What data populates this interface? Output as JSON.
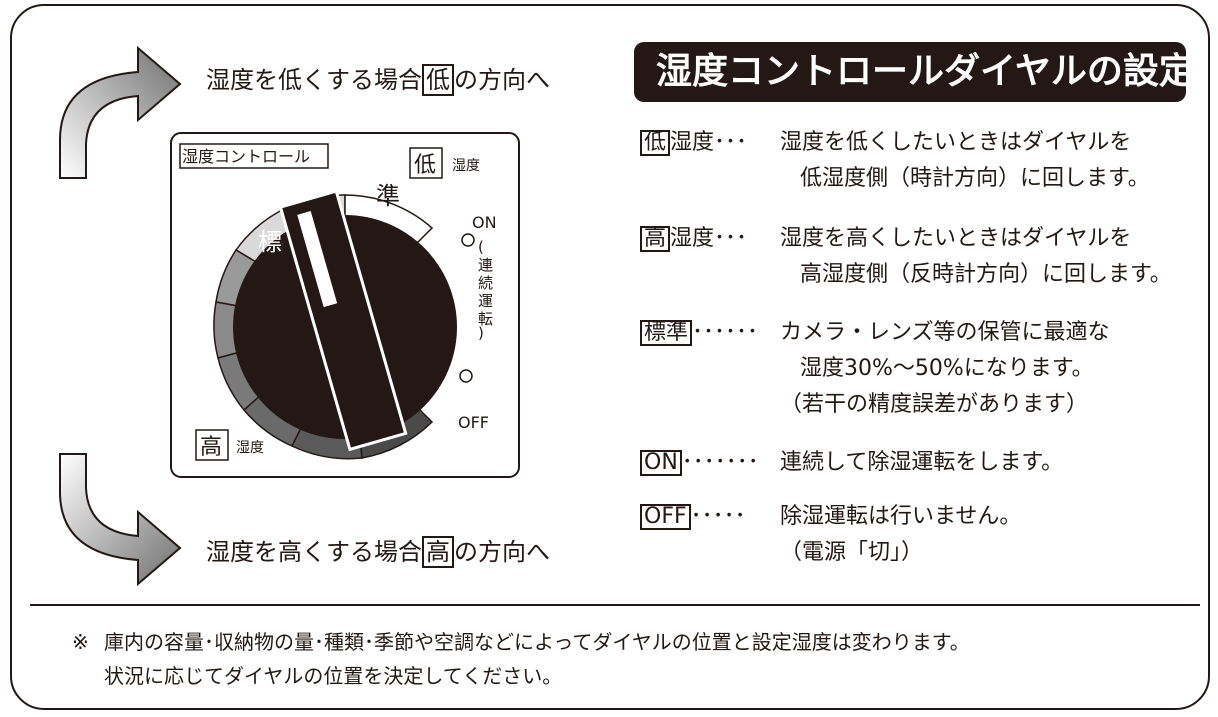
{
  "section_title": "湿度コントロールダイヤルの設定",
  "arrows": {
    "top": {
      "before": "湿度を低くする場合",
      "boxed": "低",
      "after": "の方向へ"
    },
    "bottom": {
      "before": "湿度を高くする場合",
      "boxed": "高",
      "after": "の方向へ"
    }
  },
  "dial_panel": {
    "label": "湿度コントロール",
    "low_boxed": "低",
    "low_suffix": "湿度",
    "high_boxed": "高",
    "high_suffix": "湿度",
    "std_left": "標",
    "std_right": "準",
    "on_label": "ON",
    "continuous": [
      "(",
      "連",
      "続",
      "運",
      "転",
      ")"
    ],
    "off_label": "OFF"
  },
  "settings": [
    {
      "key": "低",
      "suffix": "湿度",
      "dots": "･･･",
      "line1": "湿度を低くしたいときはダイヤルを",
      "line2": "低湿度側（時計方向）に回します。"
    },
    {
      "key": "高",
      "suffix": "湿度",
      "dots": "･･･",
      "line1": "湿度を高くしたいときはダイヤルを",
      "line2": "高湿度側（反時計方向）に回します。"
    },
    {
      "key": "標準",
      "suffix": "",
      "dots": "･･････",
      "line1": "カメラ・レンズ等の保管に最適な",
      "line2": "湿度30%～50%になります。",
      "line3": "（若干の精度誤差があります）"
    },
    {
      "key": "ON",
      "suffix": "",
      "dots": "･･･････",
      "line1": "連続して除湿運転をします。"
    },
    {
      "key": "OFF",
      "suffix": "",
      "dots": "･････",
      "line1": "除湿運転は行いません。",
      "line2": "（電源「切」）"
    }
  ],
  "note": {
    "mark": "※",
    "line1": "庫内の容量･収納物の量･種類･季節や空調などによってダイヤルの位置と設定湿度は変わります。",
    "line2": "状況に応じてダイヤルの位置を決定してください。"
  }
}
